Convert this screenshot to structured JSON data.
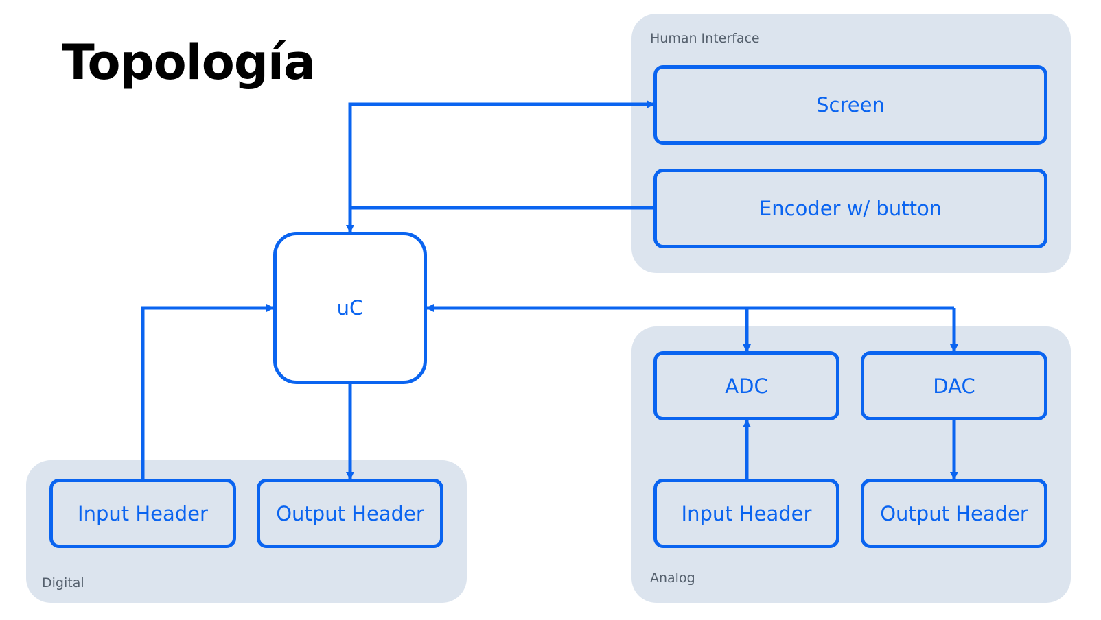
{
  "title": "Topología",
  "colors": {
    "accent": "#0a64f0",
    "group_bg": "#dce4ee",
    "group_label": "#55606d"
  },
  "groups": {
    "human_interface": {
      "label": "Human Interface"
    },
    "digital": {
      "label": "Digital"
    },
    "analog": {
      "label": "Analog"
    }
  },
  "nodes": {
    "uc": "uC",
    "screen": "Screen",
    "encoder": "Encoder w/ button",
    "adc": "ADC",
    "dac": "DAC",
    "digital_input": "Input Header",
    "digital_output": "Output Header",
    "analog_input": "Input Header",
    "analog_output": "Output Header"
  },
  "connections": [
    {
      "from": "uc",
      "to": "screen"
    },
    {
      "from": "encoder",
      "to": "uc"
    },
    {
      "from": "digital_input",
      "to": "uc"
    },
    {
      "from": "uc",
      "to": "digital_output"
    },
    {
      "from": "adc",
      "to": "uc"
    },
    {
      "from": "uc",
      "to": "adc"
    },
    {
      "from": "uc",
      "to": "dac"
    },
    {
      "from": "analog_input",
      "to": "adc"
    },
    {
      "from": "dac",
      "to": "analog_output"
    }
  ]
}
